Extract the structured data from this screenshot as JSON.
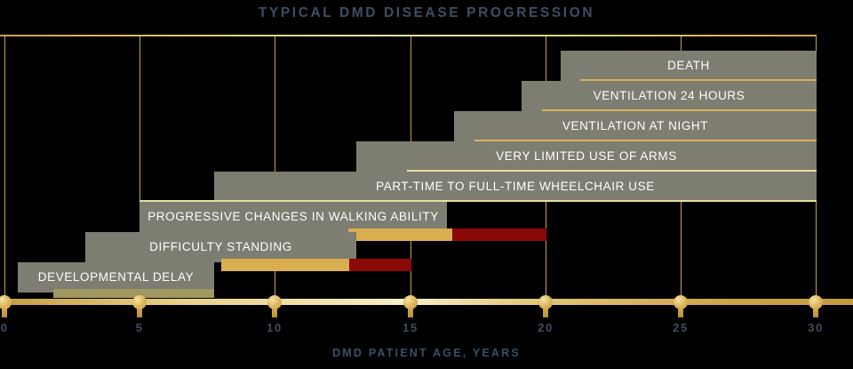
{
  "title": "TYPICAL DMD DISEASE PROGRESSION",
  "axis_title": "DMD PATIENT AGE, YEARS",
  "colors": {
    "background": "#000000",
    "bar": "#7d7d71",
    "gold": "#d9ae51",
    "red": "#8b0a08",
    "grid": "#c6a14e",
    "text_accent": "#3c4f63",
    "bar_label": "#ffffff"
  },
  "chart_data": {
    "type": "bar",
    "orientation": "horizontal-stepped-timeline",
    "title": "TYPICAL DMD DISEASE PROGRESSION",
    "xlabel": "DMD PATIENT AGE, YEARS",
    "ylabel": "",
    "xlim": [
      0,
      30
    ],
    "grid": true,
    "legend": "none",
    "ticks": [
      {
        "label": "0",
        "value": 0
      },
      {
        "label": "5",
        "value": 5
      },
      {
        "label": "10",
        "value": 10
      },
      {
        "label": "15",
        "value": 15
      },
      {
        "label": "20",
        "value": 20
      },
      {
        "label": "25",
        "value": 25
      },
      {
        "label": "30",
        "value": 30
      }
    ],
    "categories": [
      "DEATH",
      "VENTILATION 24 HOURS",
      "VENTILATION AT NIGHT",
      "VERY LIMITED USE OF ARMS",
      "PART-TIME TO FULL-TIME WHEELCHAIR USE",
      "PROGRESSIVE CHANGES IN WALKING ABILITY",
      "DIFFICULTY STANDING",
      "DEVELOPMENTAL DELAY"
    ],
    "bars": [
      {
        "label": "DEATH",
        "start": 20.5,
        "end": 30
      },
      {
        "label": "VENTILATION 24 HOURS",
        "start": 19.0,
        "end": 30
      },
      {
        "label": "VENTILATION AT NIGHT",
        "start": 16.5,
        "end": 30
      },
      {
        "label": "VERY LIMITED USE OF ARMS",
        "start": 13.0,
        "end": 30
      },
      {
        "label": "PART-TIME TO FULL-TIME WHEELCHAIR USE",
        "start": 7.7,
        "end": 30
      },
      {
        "label": "PROGRESSIVE CHANGES IN WALKING ABILITY",
        "start": 5.0,
        "end": 16.4
      },
      {
        "label": "DIFFICULTY STANDING",
        "start": 3.0,
        "end": 13.0
      },
      {
        "label": "DEVELOPMENTAL DELAY",
        "start": 0.0,
        "end": 7.7
      }
    ],
    "progress_segments": [
      {
        "row": "PROGRESSIVE CHANGES IN WALKING ABILITY",
        "gold_start": 12.7,
        "gold_end": 16.5,
        "red_start": 16.5,
        "red_end": 20.0
      },
      {
        "row": "DIFFICULTY STANDING",
        "gold_start": 8.0,
        "gold_end": 12.7,
        "red_start": 12.7,
        "red_end": 15.0
      },
      {
        "row": "DEVELOPMENTAL DELAY",
        "gold_start": 5.0,
        "gold_end": 7.7,
        "red_start": null,
        "red_end": null
      }
    ]
  }
}
